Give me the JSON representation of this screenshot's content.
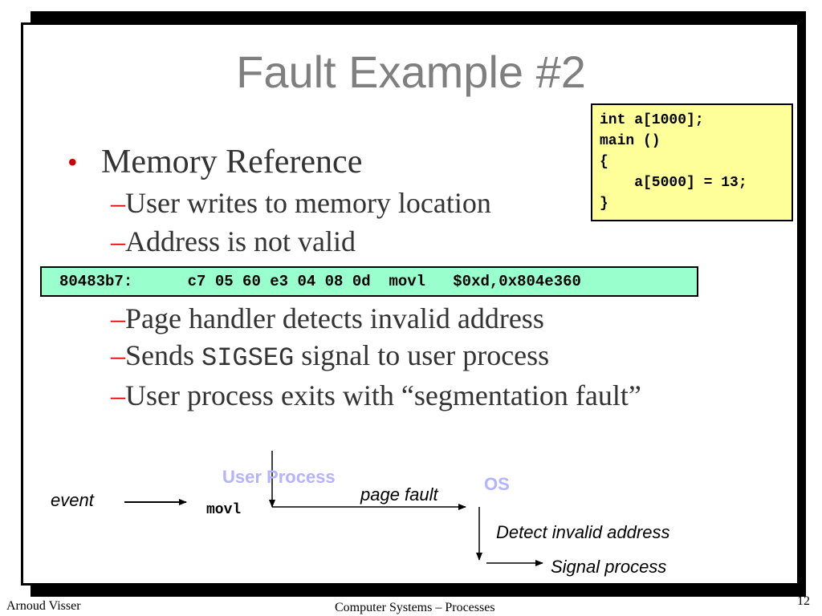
{
  "title": "Fault Example #2",
  "code": {
    "lines": [
      "int a[1000];",
      "main ()",
      "{",
      "    a[5000] = 13;",
      "}"
    ],
    "bg_color": "#ffff99"
  },
  "bullets": {
    "main": "Memory Reference",
    "dash": "–",
    "sub1": "User writes to memory location",
    "sub2": "Address is not valid",
    "sub3": "Page handler detects invalid address",
    "sub4_pre": "Sends ",
    "sub4_code": "SIGSEG",
    "sub4_post": " signal to user process",
    "sub5": "User process exits with “segmentation fault”"
  },
  "assembly": {
    "text": "80483b7:      c7 05 60 e3 04 08 0d  movl   $0xd,0x804e360",
    "bg_color": "#99ffcc"
  },
  "diagram": {
    "event": "event",
    "user_process": "User Process",
    "os": "OS",
    "movl": "movl",
    "page_fault": "page fault",
    "detect": "Detect invalid address",
    "signal": "Signal process"
  },
  "footer": {
    "author": "Arnoud Visser",
    "course": "Computer Systems – Processes",
    "page_number": "12"
  },
  "colors": {
    "title": "#7f7f7f",
    "bullet_accent": "#cc0000",
    "diagram_label": "#b3b3ff"
  }
}
